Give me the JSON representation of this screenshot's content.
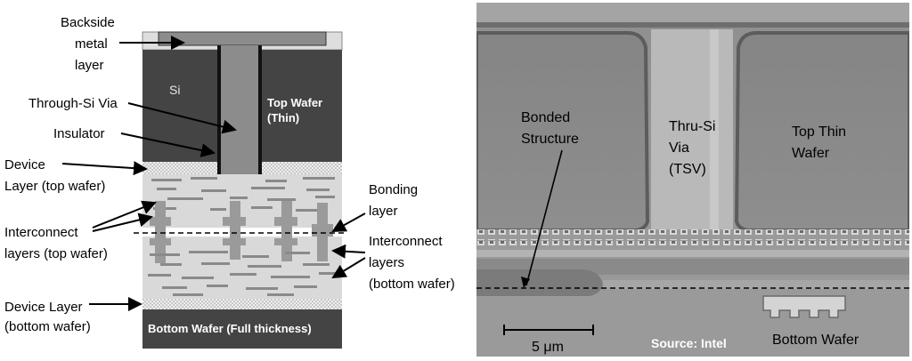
{
  "schematic": {
    "labels": {
      "backside_metal_1": "Backside",
      "backside_metal_2": "metal",
      "backside_metal_3": "layer",
      "through_si_via": "Through-Si Via",
      "insulator": "Insulator",
      "device_layer_top_1": "Device",
      "device_layer_top_2": "Layer (top wafer)",
      "interconnect_top_1": "Interconnect",
      "interconnect_top_2": "layers (top wafer)",
      "device_layer_bottom_1": "Device Layer",
      "device_layer_bottom_2": "(bottom wafer)",
      "bonding_1": "Bonding",
      "bonding_2": "layer",
      "interconnect_bottom_1": "Interconnect",
      "interconnect_bottom_2": "layers",
      "interconnect_bottom_3": "(bottom wafer)",
      "si": "Si",
      "top_wafer_1": "Top Wafer",
      "top_wafer_2": "(Thin)",
      "bottom_wafer": "Bottom Wafer (Full thickness)"
    },
    "colors": {
      "silicon": "#444444",
      "metal": "#8c8c8c",
      "interconnect_fill": "#d9d9d9",
      "wire": "#8a8a8a"
    }
  },
  "micrograph": {
    "labels": {
      "bonded_1": "Bonded",
      "bonded_2": "Structure",
      "tsv_1": "Thru-Si",
      "tsv_2": "Via",
      "tsv_3": "(TSV)",
      "top_thin_1": "Top Thin",
      "top_thin_2": "Wafer",
      "bottom_wafer": "Bottom Wafer",
      "scale": "5 μm",
      "source": "Source: Intel"
    }
  }
}
